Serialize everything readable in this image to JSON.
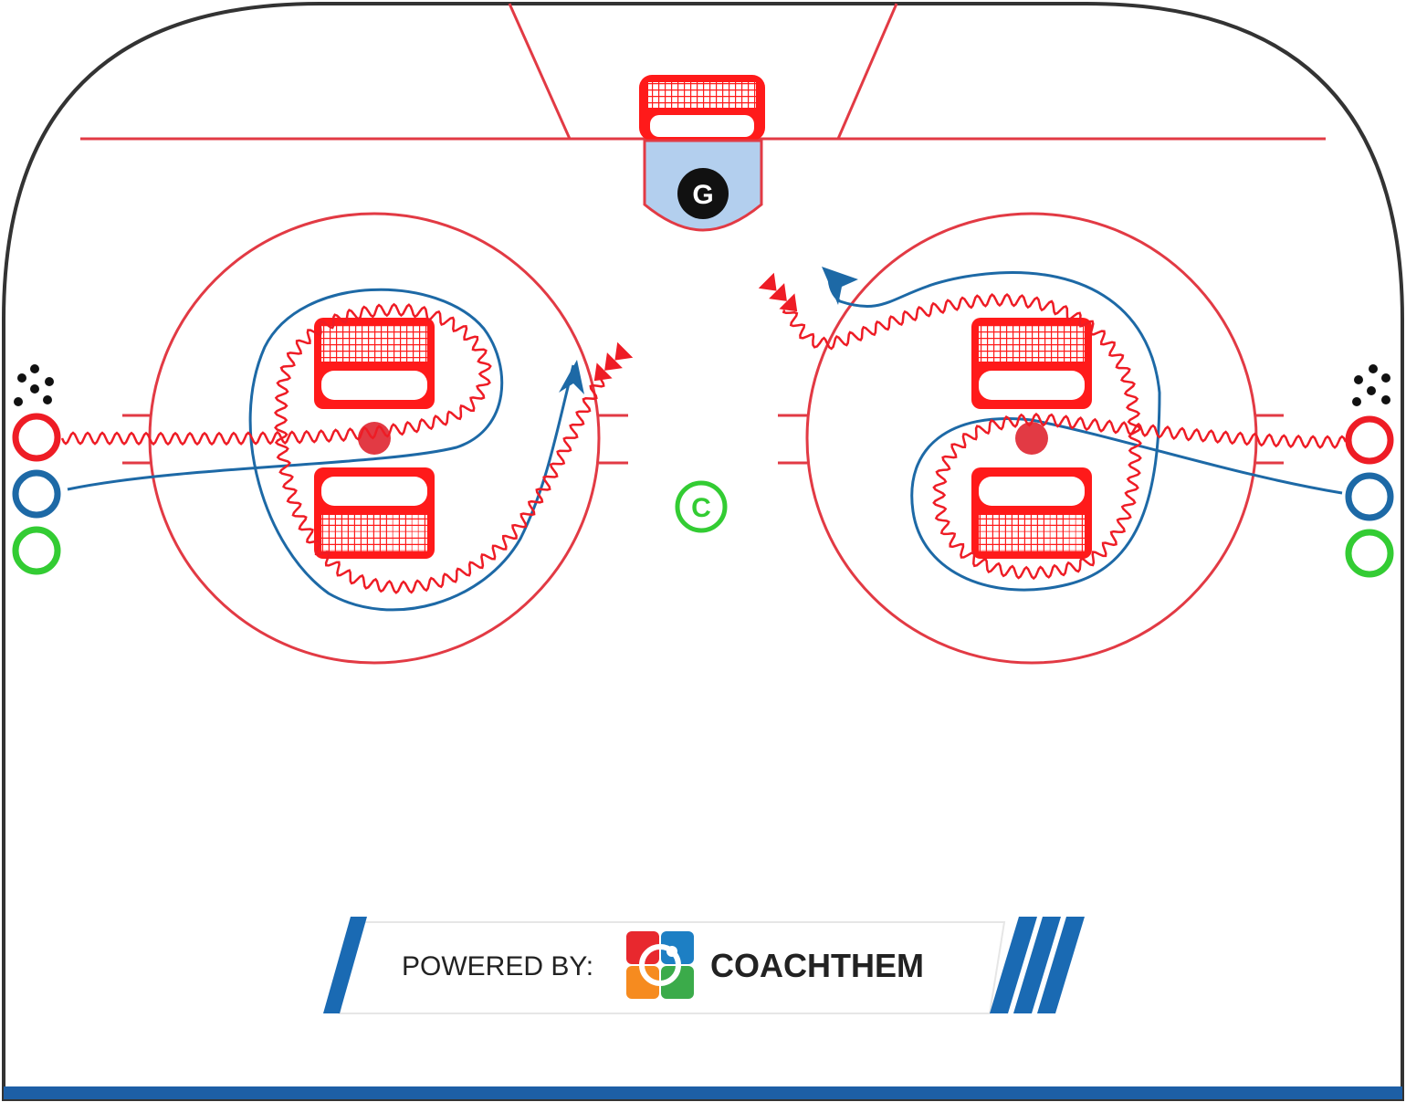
{
  "colors": {
    "rink_border": "#333333",
    "red_line": "#e23a44",
    "net_red": "#ff1a1a",
    "crease_fill": "#b3cfee",
    "skate_blue": "#1d69a6",
    "player_red": "#ee1c25",
    "player_blue": "#1d69a6",
    "player_green": "#33cc33",
    "coach_green": "#33cc33",
    "bottom_bar": "#1d5fa6",
    "brand_stripe": "#1a6ab3"
  },
  "goalie": {
    "label": "G",
    "icon": "goalie-icon"
  },
  "coach": {
    "label": "C",
    "icon": "coach-icon"
  },
  "footer": {
    "powered_by": "POWERED BY:",
    "brand": "COACHTHEM",
    "logo_icon": "coachthem-logo-icon"
  }
}
